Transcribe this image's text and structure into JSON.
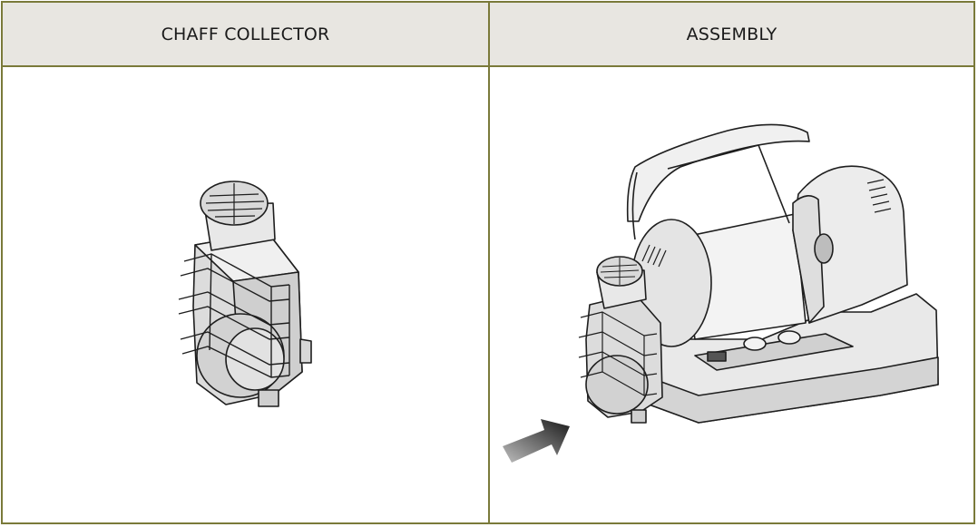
{
  "table": {
    "columns": [
      {
        "header": "CHAFF COLLECTOR",
        "illustration": "chaff-collector"
      },
      {
        "header": "ASSEMBLY",
        "illustration": "roaster-assembly-with-arrow"
      }
    ]
  },
  "colors": {
    "border": "#7a7a3a",
    "header_background": "#e8e6e1",
    "header_text": "#1a1a1a"
  }
}
